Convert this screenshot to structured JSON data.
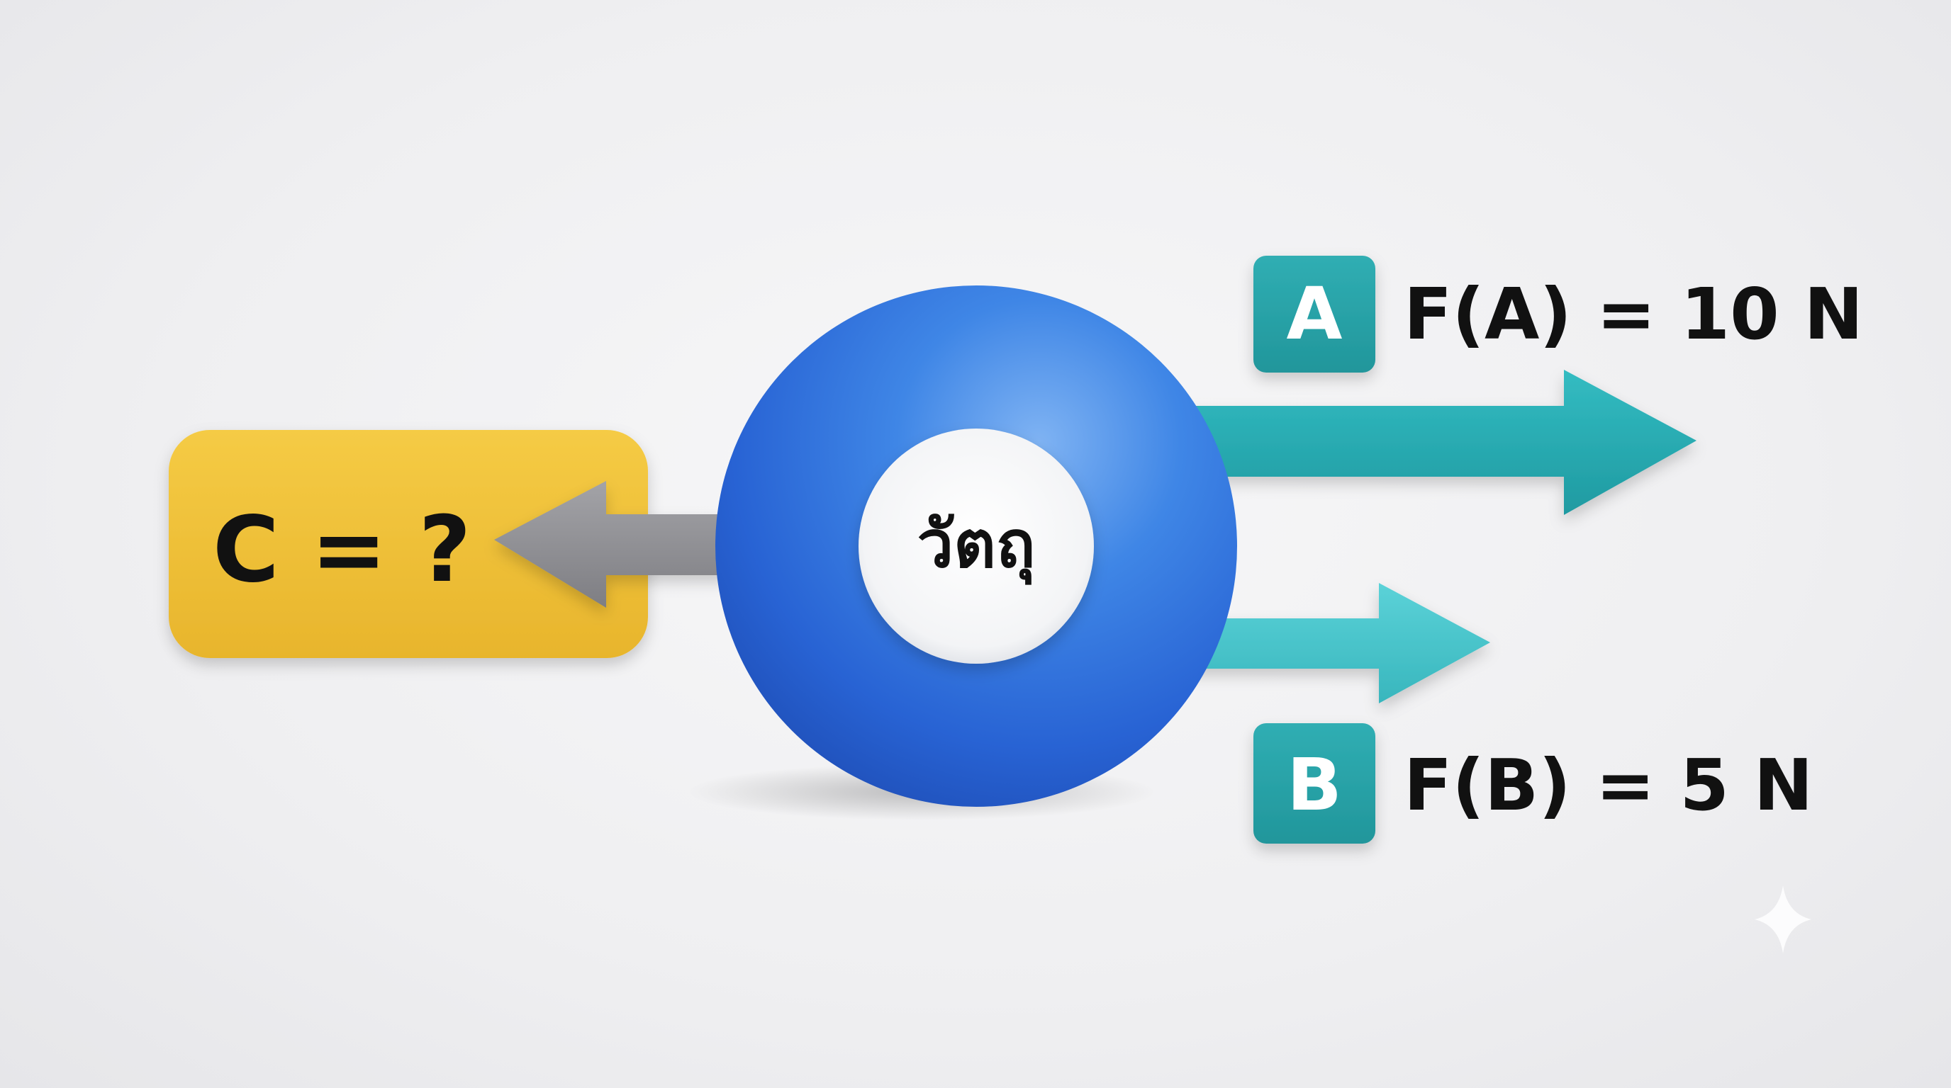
{
  "object_label": "วัตถุ",
  "force_a": {
    "badge": "A",
    "label": "F(A) = 10 N"
  },
  "force_b": {
    "badge": "B",
    "label": "F(B) = 5 N"
  },
  "force_c": {
    "label": "C = ?"
  },
  "colors": {
    "sphere": "#2f6fdc",
    "arrow_a": "#2aaeb5",
    "arrow_b": "#45c4cb",
    "arrow_c": "#8f8f93",
    "badge": "#2aa3a8",
    "unknown_box": "#f0c23c"
  }
}
